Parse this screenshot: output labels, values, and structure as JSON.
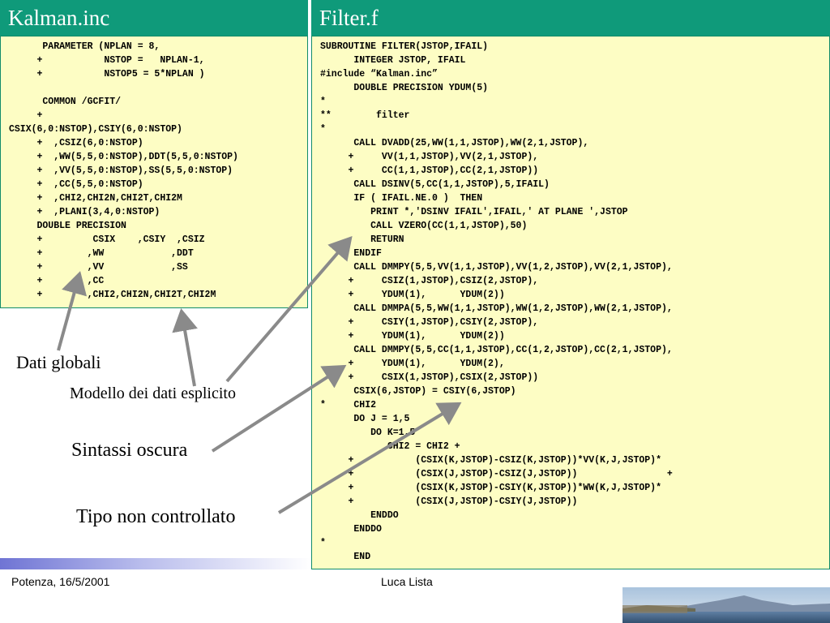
{
  "slide": {
    "left_title": "Kalman.inc",
    "right_title": "Filter.f",
    "left_code": "      PARAMETER (NPLAN = 8,\n     +           NSTOP =   NPLAN-1,\n     +           NSTOP5 = 5*NPLAN )\n\n      COMMON /GCFIT/\n     +\nCSIX(6,0:NSTOP),CSIY(6,0:NSTOP)\n     +  ,CSIZ(6,0:NSTOP)\n     +  ,WW(5,5,0:NSTOP),DDT(5,5,0:NSTOP)\n     +  ,VV(5,5,0:NSTOP),SS(5,5,0:NSTOP)\n     +  ,CC(5,5,0:NSTOP)\n     +  ,CHI2,CHI2N,CHI2T,CHI2M\n     +  ,PLANI(3,4,0:NSTOP)\n     DOUBLE PRECISION\n     +         CSIX    ,CSIY  ,CSIZ\n     +        ,WW            ,DDT\n     +        ,VV            ,SS\n     +        ,CC\n     +        ,CHI2,CHI2N,CHI2T,CHI2M",
    "right_code": "SUBROUTINE FILTER(JSTOP,IFAIL)\n      INTEGER JSTOP, IFAIL\n#include “Kalman.inc”\n      DOUBLE PRECISION YDUM(5)\n*\n**        filter\n*\n      CALL DVADD(25,WW(1,1,JSTOP),WW(2,1,JSTOP),\n     +     VV(1,1,JSTOP),VV(2,1,JSTOP),\n     +     CC(1,1,JSTOP),CC(2,1,JSTOP))\n      CALL DSINV(5,CC(1,1,JSTOP),5,IFAIL)\n      IF ( IFAIL.NE.0 )  THEN\n         PRINT *,'DSINV IFAIL',IFAIL,' AT PLANE ',JSTOP\n         CALL VZERO(CC(1,1,JSTOP),50)\n         RETURN\n      ENDIF\n      CALL DMMPY(5,5,VV(1,1,JSTOP),VV(1,2,JSTOP),VV(2,1,JSTOP),\n     +     CSIZ(1,JSTOP),CSIZ(2,JSTOP),\n     +     YDUM(1),      YDUM(2))\n      CALL DMMPA(5,5,WW(1,1,JSTOP),WW(1,2,JSTOP),WW(2,1,JSTOP),\n     +     CSIY(1,JSTOP),CSIY(2,JSTOP),\n     +     YDUM(1),      YDUM(2))\n      CALL DMMPY(5,5,CC(1,1,JSTOP),CC(1,2,JSTOP),CC(2,1,JSTOP),\n     +     YDUM(1),      YDUM(2),\n     +     CSIX(1,JSTOP),CSIX(2,JSTOP))\n      CSIX(6,JSTOP) = CSIY(6,JSTOP)\n*     CHI2\n      DO J = 1,5\n         DO K=1,5\n            CHI2 = CHI2 +\n     +           (CSIX(K,JSTOP)-CSIZ(K,JSTOP))*VV(K,J,JSTOP)*\n     +           (CSIX(J,JSTOP)-CSIZ(J,JSTOP))                +\n     +           (CSIX(K,JSTOP)-CSIY(K,JSTOP))*WW(K,J,JSTOP)*\n     +           (CSIX(J,JSTOP)-CSIY(J,JSTOP))\n         ENDDO\n      ENDDO\n*\n      END"
  },
  "annotations": {
    "dati_globali": "Dati globali",
    "modello_esplicito": "Modello dei dati esplicito",
    "sintassi_oscura": "Sintassi oscura",
    "tipo_non_controllato": "Tipo non controllato"
  },
  "footer": {
    "left": "Potenza, 16/5/2001",
    "center": "Luca Lista"
  },
  "colors": {
    "header": "#0f9a7a",
    "code_bg": "#fdfdc4",
    "border": "#118c6a",
    "arrow": "#8a8a8a"
  }
}
